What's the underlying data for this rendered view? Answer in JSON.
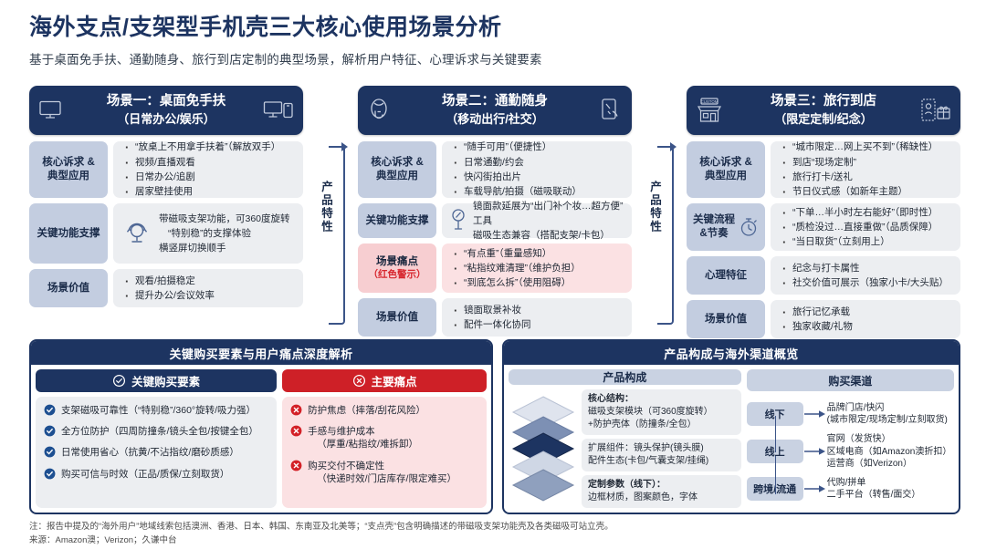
{
  "header": {
    "title": "海外支点/支架型手机壳三大核心使用场景分析",
    "subtitle": "基于桌面免手扶、通勤随身、旅行到店定制的典型场景，解析用户特征、心理诉求与关键要素"
  },
  "connector_label_1": "产品特性",
  "connector_label_2": "产品特性",
  "scenarios": [
    {
      "head_line1": "场景一：桌面免手扶",
      "head_line2": "（日常办公/娱乐）",
      "icon_left": "monitor-icon",
      "icon_right": "monitor-phone-icon",
      "rows": [
        {
          "label": "核心诉求 &",
          "label2": "典型应用",
          "type": "bullets",
          "items": [
            "“放桌上不用拿手扶着”（解放双手）",
            "视频/直播观看",
            "日常办公/追剧",
            "居家壁挂使用"
          ]
        },
        {
          "label": "关键功能支撑",
          "label2": "",
          "type": "icon-text",
          "icon": "rotate-stand-icon",
          "lines": [
            "带磁吸支架功能，可360度旋转",
            "“特别稳”的支撑体验",
            "横竖屏切换顺手"
          ]
        },
        {
          "label": "场景价值",
          "label2": "",
          "type": "bullets",
          "items": [
            "观看/拍摄稳定",
            "提升办公/会议效率"
          ]
        }
      ]
    },
    {
      "head_line1": "场景二：通勤随身",
      "head_line2": "（移动出行/社交）",
      "icon_left": "person-icon",
      "icon_right": "hand-phone-icon",
      "rows": [
        {
          "label": "核心诉求 &",
          "label2": "典型应用",
          "type": "bullets",
          "items": [
            "“随手可用”（便捷性）",
            "日常通勤/约会",
            "快闪街拍出片",
            "车载导航/拍摄（磁吸联动）"
          ]
        },
        {
          "label": "关键功能支撑",
          "label2": "",
          "type": "icon-text",
          "icon": "mirror-icon",
          "lines": [
            "镜面款延展为“出门补个妆…超方便”工具",
            "磁吸生态兼容（搭配支架/卡包）"
          ]
        },
        {
          "label": "场景痛点",
          "label2": "（红色警示）",
          "warn": true,
          "type": "bullets",
          "items": [
            "“有点重”（重量感知）",
            "“粘指纹难清理”（维护负担）",
            "“到底怎么拆”（使用阻碍）"
          ]
        },
        {
          "label": "场景价值",
          "label2": "",
          "type": "bullets",
          "items": [
            "镜面取景补妆",
            "配件一体化协同"
          ]
        }
      ]
    },
    {
      "head_line1": "场景三：旅行到店",
      "head_line2": "（限定定制/纪念）",
      "icon_left": "custom-shop-icon",
      "icon_right": "ticket-gift-icon",
      "rows": [
        {
          "label": "核心诉求 &",
          "label2": "典型应用",
          "type": "bullets",
          "items": [
            "“城市限定…网上买不到”（稀缺性）",
            "到店“现场定制”",
            "旅行打卡/送礼",
            "节日仪式感（如新年主题）"
          ]
        },
        {
          "label": "关键流程",
          "label2": "&节奏",
          "icon": "stopwatch-icon",
          "type": "bullets",
          "items": [
            "“下单…半小时左右能好”（即时性）",
            "“质检没过…直接重做”（品质保障）",
            "“当日取货”（立刻用上）"
          ]
        },
        {
          "label": "心理特征",
          "label2": "",
          "type": "bullets",
          "items": [
            "纪念与打卡属性",
            "社交价值可展示（独家小卡/大头贴）"
          ]
        },
        {
          "label": "场景价值",
          "label2": "",
          "type": "bullets",
          "items": [
            "旅行记忆承载",
            "独家收藏/礼物"
          ]
        }
      ]
    }
  ],
  "panel_left": {
    "title": "关键购买要素与用户痛点深度解析",
    "positive": {
      "tab_label": "关键购买要素",
      "tab_icon": "check-circle-icon",
      "items": [
        {
          "line1": "支架磁吸可靠性（“特别稳”/360°旋转/吸力强）",
          "line2": ""
        },
        {
          "line1": "全方位防护（四周防撞条/镜头全包/按键全包）",
          "line2": ""
        },
        {
          "line1": "日常使用省心（抗黄/不沾指纹/磨砂质感）",
          "line2": ""
        },
        {
          "line1": "购买可信与时效（正品/质保/立刻取货）",
          "line2": ""
        }
      ]
    },
    "negative": {
      "tab_label": "主要痛点",
      "tab_icon": "x-circle-icon",
      "items": [
        {
          "line1": "防护焦虑（摔落/刮花风险）",
          "line2": ""
        },
        {
          "line1": "手感与维护成本",
          "line2": "（厚重/粘指纹/难拆卸）"
        },
        {
          "line1": "购买交付不确定性",
          "line2": "（快递时效/门店库存/限定难买）"
        }
      ]
    }
  },
  "panel_right": {
    "title": "产品构成与海外渠道概览",
    "composition": {
      "tab_label": "产品构成",
      "stack_icon": "layer-stack-icon",
      "boxes": [
        {
          "head": "核心结构：",
          "lines": [
            "磁吸支架模块（可360度旋转）",
            "+防护壳体（防撞条/全包）"
          ]
        },
        {
          "head": "",
          "lines": [
            "扩展组件：镜头保护(镜头膜)",
            "配件生态(卡包/气囊支架/挂绳)"
          ]
        },
        {
          "head": "定制参数（线下）：",
          "lines": [
            "边框材质，图案颜色，字体"
          ]
        }
      ]
    },
    "channels": {
      "tab_label": "购买渠道",
      "rows": [
        {
          "key": "线下",
          "lines": [
            "品牌门店/快闪",
            "(城市限定/现场定制/立刻取货)"
          ]
        },
        {
          "key": "线上",
          "lines": [
            "官网（发货快）",
            "区域电商（如Amazon澳折扣）",
            "运营商（如Verizon）"
          ]
        },
        {
          "key": "跨境/流通",
          "lines": [
            "代购/拼单",
            "二手平台（转售/面交）"
          ]
        }
      ]
    }
  },
  "footer": {
    "note": "注：报告中提及的“海外用户”地域线索包括澳洲、香港、日本、韩国、东南亚及北美等；“支点壳”包含明确描述的带磁吸支架功能壳及各类磁吸可站立壳。",
    "source": "来源：Amazon澳；Verizon；久谦中台"
  },
  "colors": {
    "navy": "#1d3461",
    "red": "#ce2027",
    "label_blue": "#c3cde0",
    "warn_pink": "#f7ced1",
    "body_grey": "#eceef1"
  }
}
